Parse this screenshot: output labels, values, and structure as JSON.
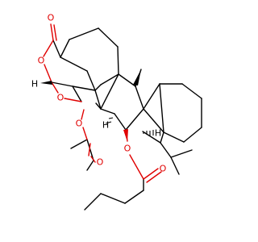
{
  "molecule": {
    "colors": {
      "oxygen": "#e00000",
      "carbon": "#000000",
      "background": "#ffffff"
    },
    "labels": {
      "o_lactone_carbonyl": "O",
      "o_lactone_ring": "O",
      "o_ether_ring": "O",
      "o_acetate_ester": "O",
      "o_acetate_carbonyl": "O",
      "o_butyrate_ester": "O",
      "o_butyrate_carbonyl": "O",
      "h_acetal": "H",
      "h_c7": "H",
      "h_c5": "H"
    }
  }
}
